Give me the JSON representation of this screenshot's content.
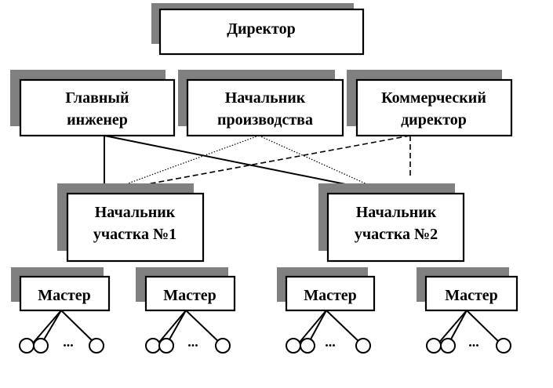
{
  "director": "Директор",
  "chief_engineer": [
    "Главный",
    "инженер"
  ],
  "production_head": [
    "Начальник",
    "производства"
  ],
  "commercial_director": [
    "Коммерческий",
    "директор"
  ],
  "section_head_1": [
    "Начальник",
    "участка №1"
  ],
  "section_head_2": [
    "Начальник",
    "участка №2"
  ],
  "masters": [
    "Мастер",
    "Мастер",
    "Мастер",
    "Мастер"
  ],
  "ellipsis": "..."
}
